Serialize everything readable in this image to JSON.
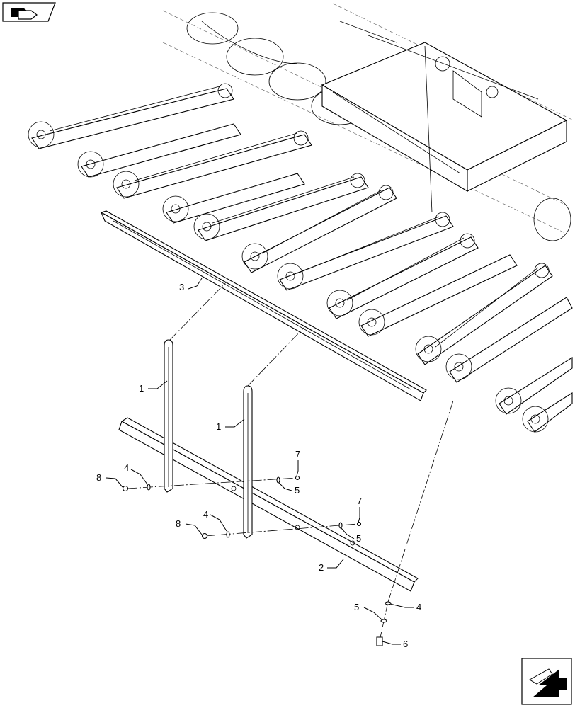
{
  "diagram": {
    "callouts": [
      {
        "id": "c3",
        "label": "3"
      },
      {
        "id": "c1a",
        "label": "1"
      },
      {
        "id": "c1b",
        "label": "1"
      },
      {
        "id": "c7a",
        "label": "7"
      },
      {
        "id": "c4a",
        "label": "4"
      },
      {
        "id": "c8a",
        "label": "8"
      },
      {
        "id": "c5a",
        "label": "5"
      },
      {
        "id": "c7b",
        "label": "7"
      },
      {
        "id": "c4b",
        "label": "4"
      },
      {
        "id": "c8b",
        "label": "8"
      },
      {
        "id": "c5b",
        "label": "5"
      },
      {
        "id": "c2",
        "label": "2"
      },
      {
        "id": "c5c",
        "label": "5"
      },
      {
        "id": "c4c",
        "label": "4"
      },
      {
        "id": "c6",
        "label": "6"
      }
    ]
  },
  "icons": {
    "top_left": "page-nav-icon",
    "bottom_right": "next-page-arrow-icon"
  }
}
